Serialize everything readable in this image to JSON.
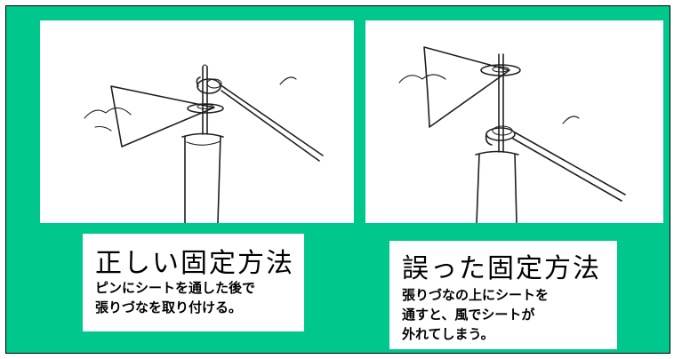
{
  "panels": {
    "correct": {
      "title": "正しい固定方法",
      "lines": [
        "ピンにシートを通した後で",
        "張りづなを取り付ける。"
      ]
    },
    "wrong": {
      "title": "誤った固定方法",
      "lines": [
        "張りづなの上にシートを",
        "通すと、風でシートが",
        "外れてしまう。"
      ]
    }
  },
  "colors": {
    "background": "#00c78c",
    "card": "#ffffff",
    "ink": "#1f1f1f"
  }
}
